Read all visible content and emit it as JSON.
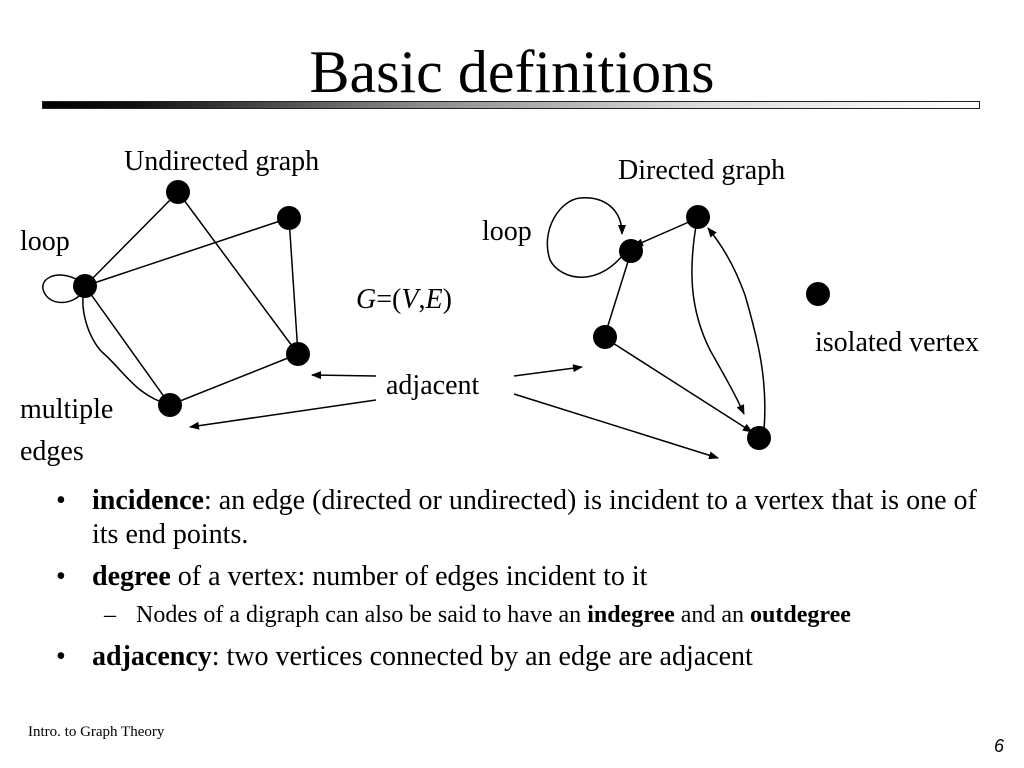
{
  "title": "Basic definitions",
  "diagram": {
    "undirected_label": "Undirected graph",
    "directed_label": "Directed graph",
    "loop_label_left": "loop",
    "loop_label_right": "loop",
    "formula": {
      "g": "G",
      "eq": "=(",
      "v": "V",
      "comma": ",",
      "e": "E",
      "close": ")"
    },
    "adjacent_label": "adjacent",
    "isolated_label": "isolated vertex",
    "multiple_label_1": "multiple",
    "multiple_label_2": "edges"
  },
  "bullets": [
    {
      "term": "incidence",
      "text": ": an edge (directed or undirected) is incident to a vertex that is one of its end points."
    },
    {
      "term": "degree",
      "text": " of a vertex: number of edges incident to it"
    },
    {
      "term": "adjacency",
      "text": ": two vertices connected by an edge are adjacent"
    }
  ],
  "sub_bullet": {
    "pre": "Nodes of a digraph can also be said to have an ",
    "term1": "indegree",
    "mid": " and an ",
    "term2": "outdegree"
  },
  "footer": "Intro. to Graph Theory",
  "page_number": "6",
  "colors": {
    "foreground": "#000000",
    "background": "#ffffff"
  }
}
